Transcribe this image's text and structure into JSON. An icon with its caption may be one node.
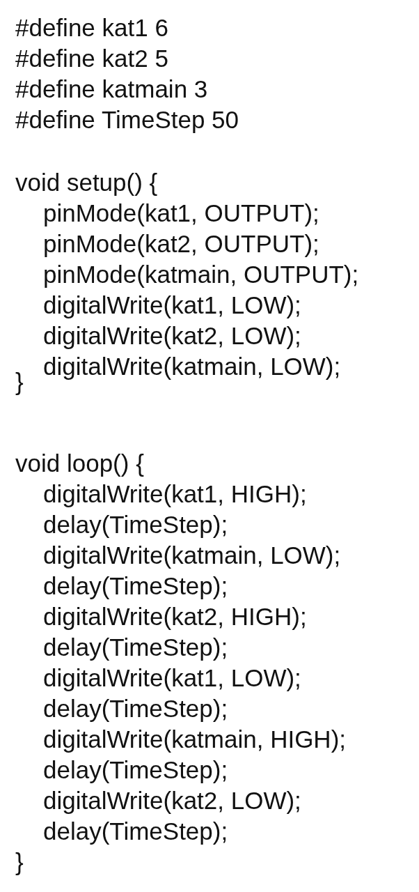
{
  "diagram": {
    "labels": [
      "#define kat1 6",
      "#define kat2 5",
      "#define katmain 3",
      "#define TimeStep 50",
      "void setup() {",
      "pinMode(kat1, OUTPUT);",
      "pinMode(kat2, OUTPUT);",
      "pinMode(katmain, OUTPUT);",
      "digitalWrite(kat1, LOW);",
      "digitalWrite(kat2, LOW);",
      "digitalWrite(katmain, LOW);",
      "}",
      "void loop() {",
      "digitalWrite(kat1, HIGH);",
      "delay(TimeStep);",
      "digitalWrite(katmain, LOW);",
      "delay(TimeStep);",
      "digitalWrite(kat2, HIGH);",
      "delay(TimeStep);",
      "digitalWrite(kat1, LOW);",
      "delay(TimeStep);",
      "digitalWrite(katmain, HIGH);",
      "delay(TimeStep);",
      "digitalWrite(kat2, LOW);",
      "delay(TimeStep);",
      "}"
    ]
  }
}
